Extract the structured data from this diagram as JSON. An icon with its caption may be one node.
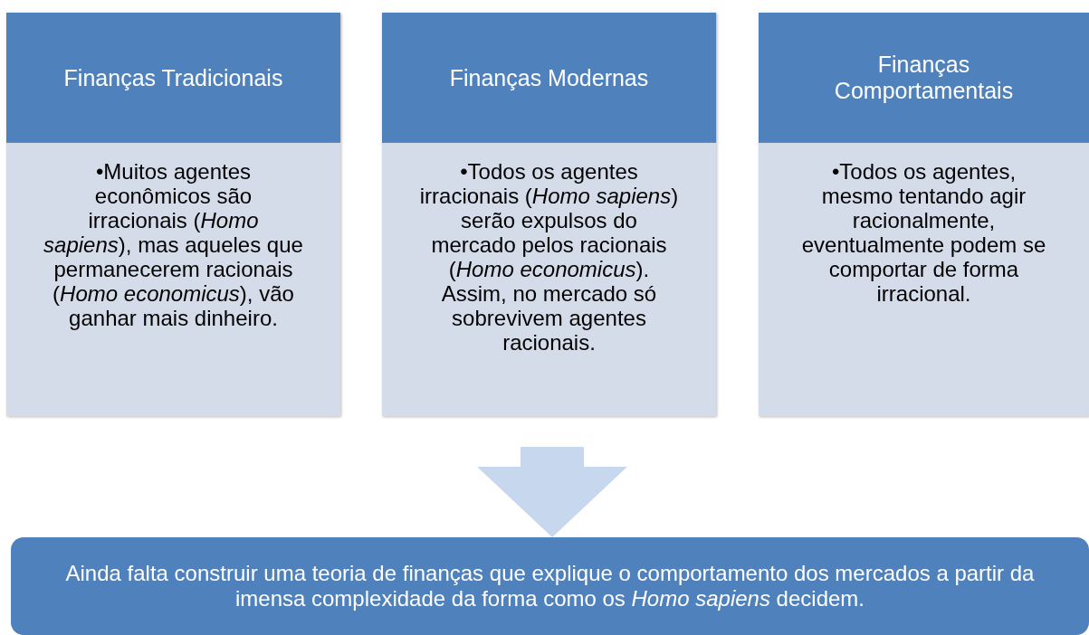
{
  "diagram": {
    "nodes": [
      {
        "text": [
          "Finanças Tradicionais"
        ]
      },
      {
        "text": [
          "•Muitos agentes econômicos são irracionais (*Homo sapiens*), mas aqueles que permanecerem racionais (*Homo economicus*), vão ganhar mais dinheiro."
        ]
      },
      {
        "text": [
          "Finanças Modernas"
        ]
      },
      {
        "text": [
          "•Todos os agentes irracionais (*Homo sapiens*) serão expulsos do mercado pelos racionais (*Homo economicus*). Assim, no mercado só sobrevivem agentes racionais."
        ]
      },
      {
        "text": [
          "Finanças Comportamentais"
        ]
      },
      {
        "text": [
          "•Todos os agentes, mesmo tentando agir racionalmente, eventualmente podem se comportar de forma irracional."
        ]
      },
      {
        "text": [
          "Ainda falta construir uma teoria de finanças que explique o comportamento dos mercados a partir da imensa complexidade da forma como os *Homo sapiens* decidem."
        ]
      }
    ],
    "edges": [
      {
        "from": null,
        "to": 6,
        "arrow": "to"
      }
    ]
  }
}
